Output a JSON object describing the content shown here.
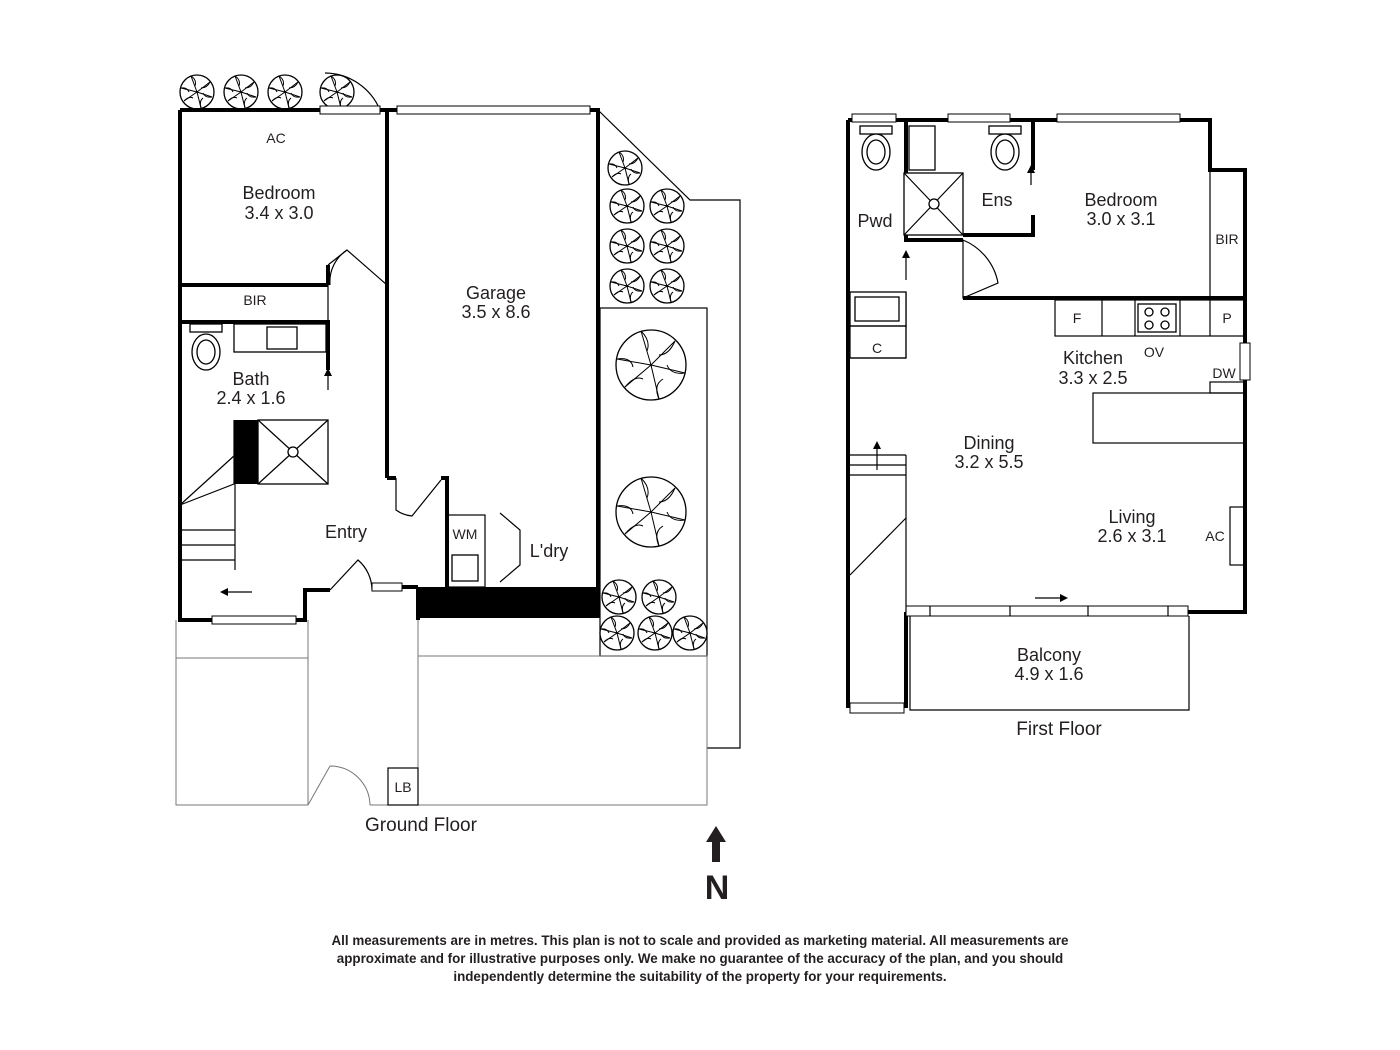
{
  "ground_floor": {
    "title": "Ground Floor",
    "rooms": [
      {
        "name": "Bedroom",
        "dims": "3.4 x 3.0"
      },
      {
        "name": "Garage",
        "dims": "3.5 x 8.6"
      },
      {
        "name": "Bath",
        "dims": "2.4 x 1.6"
      },
      {
        "name": "Entry"
      },
      {
        "name": "L'dry"
      }
    ],
    "labels": {
      "ac": "AC",
      "bir": "BIR",
      "wm": "WM",
      "lb": "LB"
    }
  },
  "first_floor": {
    "title": "First Floor",
    "rooms": [
      {
        "name": "Pwd"
      },
      {
        "name": "Ens"
      },
      {
        "name": "Bedroom",
        "dims": "3.0 x 3.1"
      },
      {
        "name": "Kitchen",
        "dims": "3.3 x 2.5"
      },
      {
        "name": "Dining",
        "dims": "3.2 x 5.5"
      },
      {
        "name": "Living",
        "dims": "2.6 x 3.1"
      },
      {
        "name": "Balcony",
        "dims": "4.9 x 1.6"
      }
    ],
    "labels": {
      "bir": "BIR",
      "f": "F",
      "p": "P",
      "ov": "OV",
      "c": "C",
      "dw": "DW",
      "ac": "AC"
    }
  },
  "north": {
    "label": "N",
    "icon": "north-arrow-icon"
  },
  "disclaimer": {
    "lines": [
      "All measurements are in metres. This plan is not to scale and provided as marketing material. All measurements are",
      "approximate and for illustrative purposes only. We make no guarantee of the accuracy of the plan, and you should",
      "independently determine the suitability of the property for your requirements."
    ]
  }
}
